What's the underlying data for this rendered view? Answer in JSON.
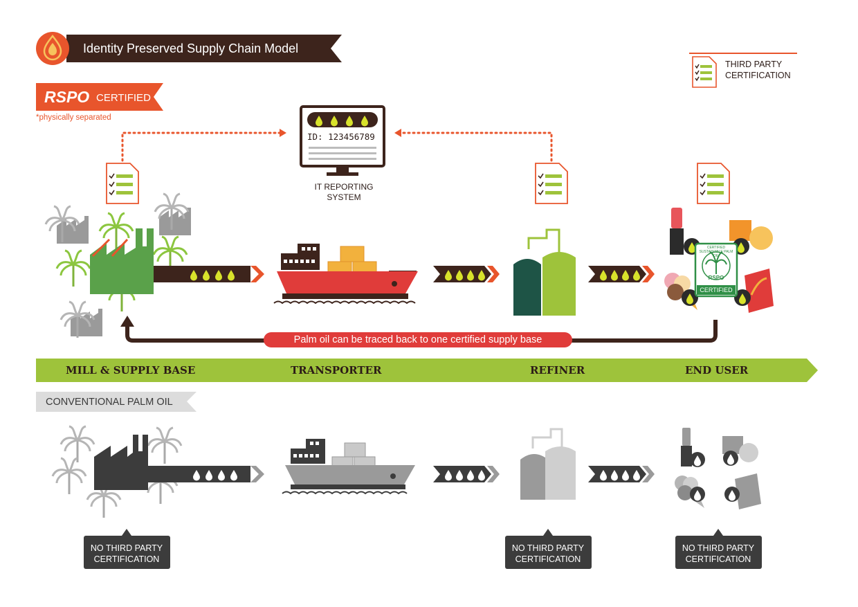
{
  "title": "Identity Preserved Supply Chain Model",
  "rspo": {
    "brand": "RSPO",
    "certified": "CERTIFIED",
    "note": "*physically separated"
  },
  "legend": {
    "label": "THIRD PARTY CERTIFICATION"
  },
  "it_system": {
    "id_text": "ID: 123456789",
    "label": "IT REPORTING SYSTEM"
  },
  "trace_text": "Palm oil can be traced back to one certified supply base",
  "stages": [
    "MILL & SUPPLY BASE",
    "TRANSPORTER",
    "REFINER",
    "END USER"
  ],
  "conventional": {
    "label": "CONVENTIONAL PALM OIL",
    "no_cert_label": "NO THIRD PARTY CERTIFICATION"
  },
  "rspo_seal": {
    "ring_text": "CERTIFIED SUSTAINABLE PALM OIL",
    "brand": "RSPO",
    "label": "CERTIFIED"
  },
  "icons": {
    "title_badge": "oil-drop-flame-icon",
    "certificate": "certificate-checklist-icon",
    "monitor": "computer-monitor-icon",
    "mill": "palm-oil-mill-icon",
    "ship": "cargo-ship-icon",
    "refinery": "refinery-tanks-icon",
    "products": "consumer-products-icon",
    "pipeline_arrow": "pipeline-arrow-icon",
    "drop": "oil-drop-icon"
  },
  "colors": {
    "brown": "#3d241c",
    "orange": "#e8552c",
    "green": "#9ec33b",
    "dark_green": "#1e5446",
    "mill_green": "#5aa14a",
    "red": "#e03c3a",
    "gold": "#f2b13d",
    "yellow_drop": "#d8e22b",
    "grey": "#9a9a9a",
    "dark_grey": "#3c3c3c"
  }
}
